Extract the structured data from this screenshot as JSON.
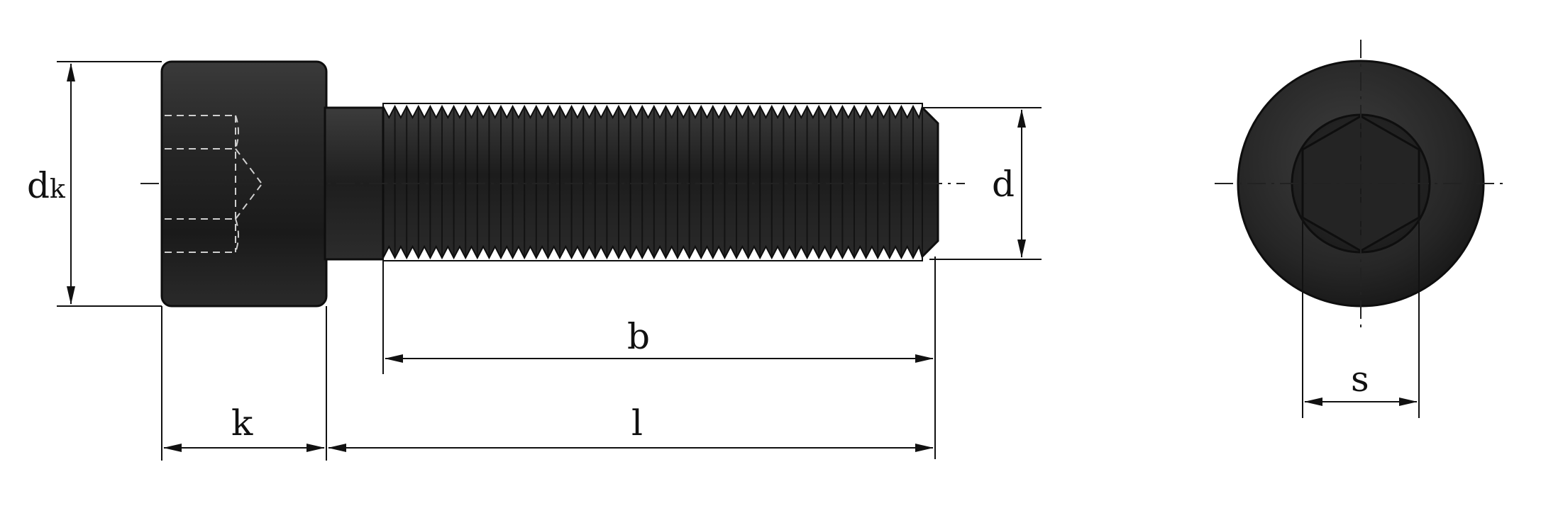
{
  "labels": {
    "dk_main": "d",
    "dk_sub": "k",
    "d": "d",
    "b": "b",
    "k": "k",
    "l": "l",
    "s": "s"
  },
  "colors": {
    "background": "#ffffff",
    "steel_dark": "#1b1b1b",
    "steel_mid": "#2e2e2e",
    "steel_light": "#474747",
    "line": "#111111"
  }
}
